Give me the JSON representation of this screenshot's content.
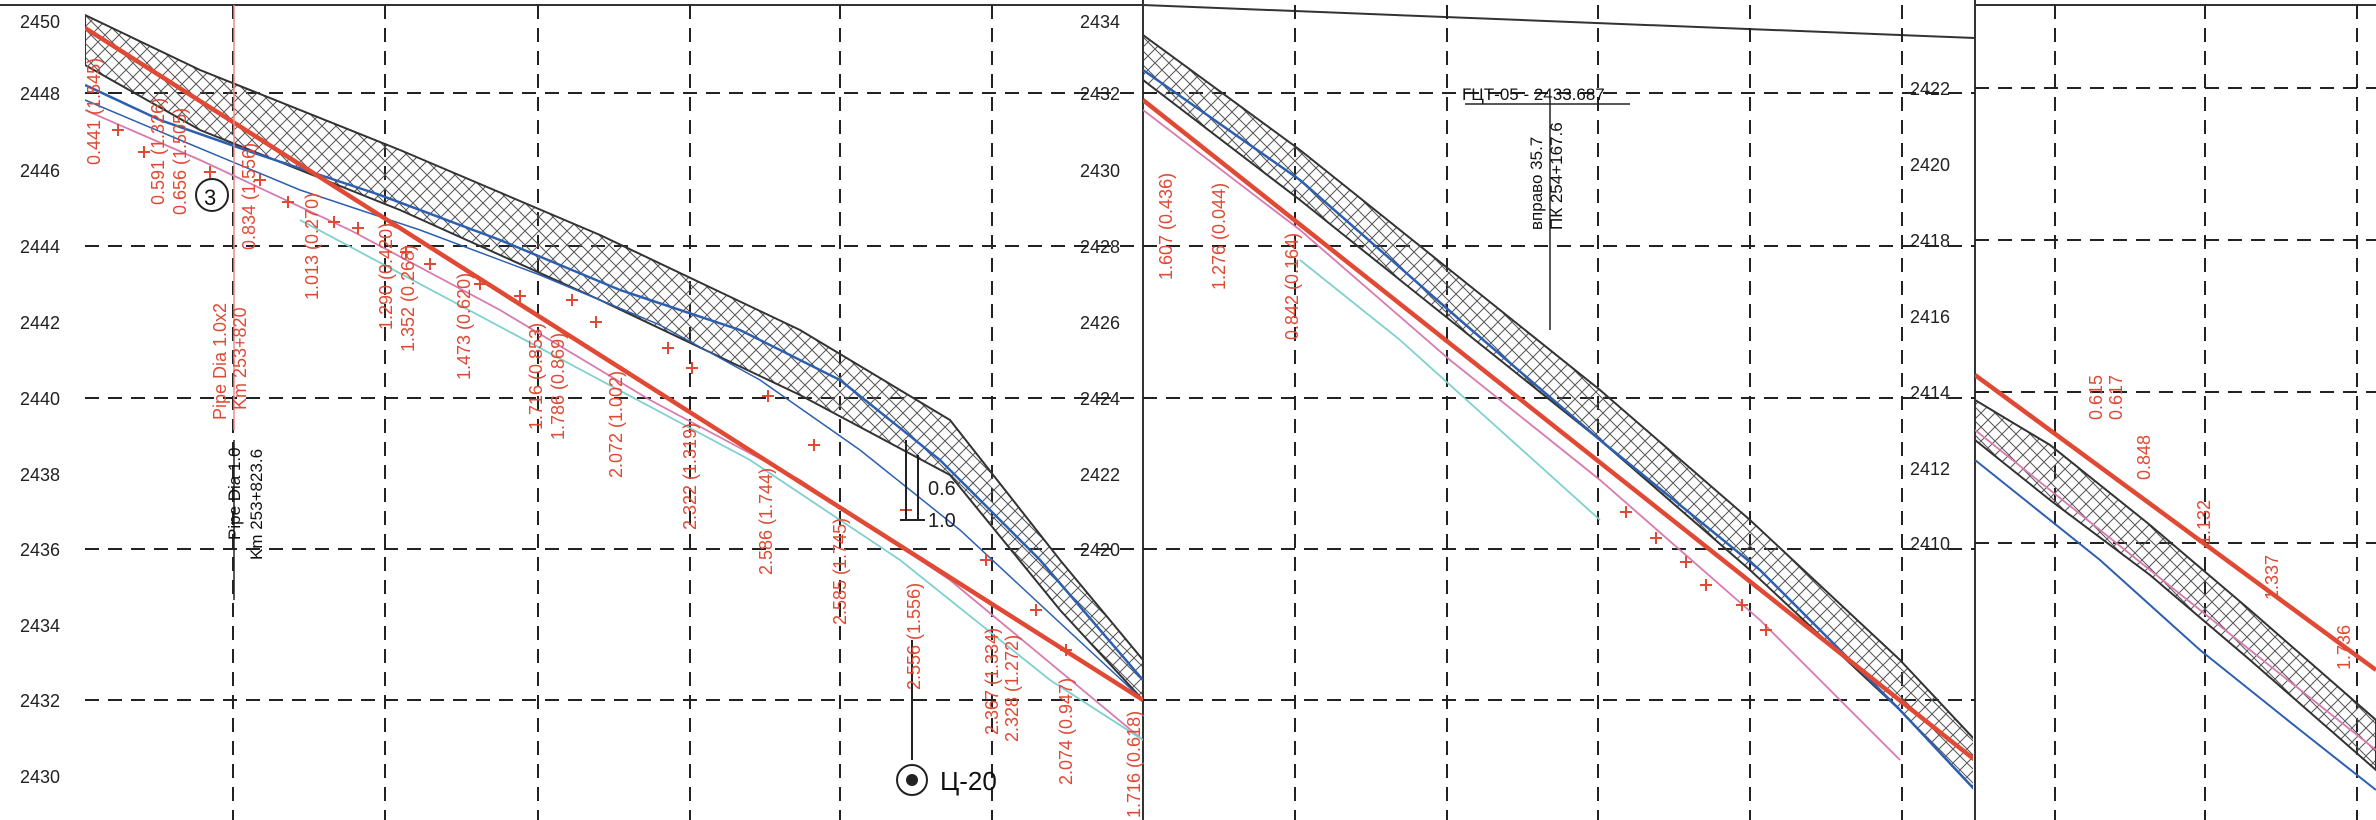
{
  "panels": [
    {
      "id": "left",
      "y_ticks": [
        "2450",
        "2448",
        "2446",
        "2444",
        "2442",
        "2440",
        "2438",
        "2436",
        "2434",
        "2432",
        "2430"
      ],
      "labels": [
        {
          "text": "0.591 (1.326)",
          "kind": "pair"
        },
        {
          "text": "0.656 (1.505)",
          "kind": "pair"
        },
        {
          "text": "0.441 (1.545)",
          "kind": "pair"
        },
        {
          "text": "0.834 (1.556)",
          "kind": "pair"
        },
        {
          "text": "1.013 (0.270)",
          "kind": "pair"
        },
        {
          "text": "1.290 (0.420)",
          "kind": "pair"
        },
        {
          "text": "1.352 (0.268)",
          "kind": "pair"
        },
        {
          "text": "1.473 (0.620)",
          "kind": "pair"
        },
        {
          "text": "1.716 (0.853)",
          "kind": "pair"
        },
        {
          "text": "1.786 (0.869)",
          "kind": "pair"
        },
        {
          "text": "2.072 (1.002)",
          "kind": "pair"
        },
        {
          "text": "2.322 (1.319)",
          "kind": "pair"
        },
        {
          "text": "2.586 (1.744)",
          "kind": "pair"
        },
        {
          "text": "2.585 (1.745)",
          "kind": "pair"
        },
        {
          "text": "2.556 (1.556)",
          "kind": "pair"
        },
        {
          "text": "2.367 (1.334)",
          "kind": "pair"
        },
        {
          "text": "2.328 (1.272)",
          "kind": "pair"
        },
        {
          "text": "2.074 (0.947)",
          "kind": "pair"
        },
        {
          "text": "1.716 (0.618)",
          "kind": "pair"
        }
      ],
      "annotations": {
        "pipe_red": "Pipe Dia 1.0x2",
        "km_red": "Km 253+820",
        "pipe_black": "Pipe Dia 1.0",
        "km_black": "Km 253+823.6",
        "circle_number": "3",
        "scale_top": "0.6",
        "scale_bottom": "1.0",
        "marker": "Ц-20"
      }
    },
    {
      "id": "middle",
      "y_ticks": [
        "2434",
        "2432",
        "2430",
        "2428",
        "2426",
        "2424",
        "2422",
        "2420"
      ],
      "labels": [
        {
          "text": "1.607 (0.436)",
          "kind": "pair"
        },
        {
          "text": "1.276 (0.044)",
          "kind": "pair"
        },
        {
          "text": "0.842 (0.164)",
          "kind": "pair"
        }
      ],
      "annotations": {
        "point_title": "ГЦТ-05 - 2433.687",
        "offset": "вправо 35.7",
        "pk": "ПК 254+167.6"
      }
    },
    {
      "id": "right",
      "y_ticks": [
        "2422",
        "2420",
        "2418",
        "2416",
        "2414",
        "2412",
        "2410"
      ],
      "labels": [
        {
          "text": "0.615",
          "kind": "single"
        },
        {
          "text": "0.617",
          "kind": "single"
        },
        {
          "text": "0.848",
          "kind": "single"
        },
        {
          "text": "1.132",
          "kind": "single"
        },
        {
          "text": "1.337",
          "kind": "single"
        },
        {
          "text": "1.736",
          "kind": "single"
        }
      ]
    }
  ],
  "colors": {
    "design_line": "#e04a35",
    "survey_line": "#2d5fb0",
    "grid": "#222222",
    "pink": "#d87ab0",
    "cyan": "#7ed0d0",
    "hatch": "#555555"
  }
}
